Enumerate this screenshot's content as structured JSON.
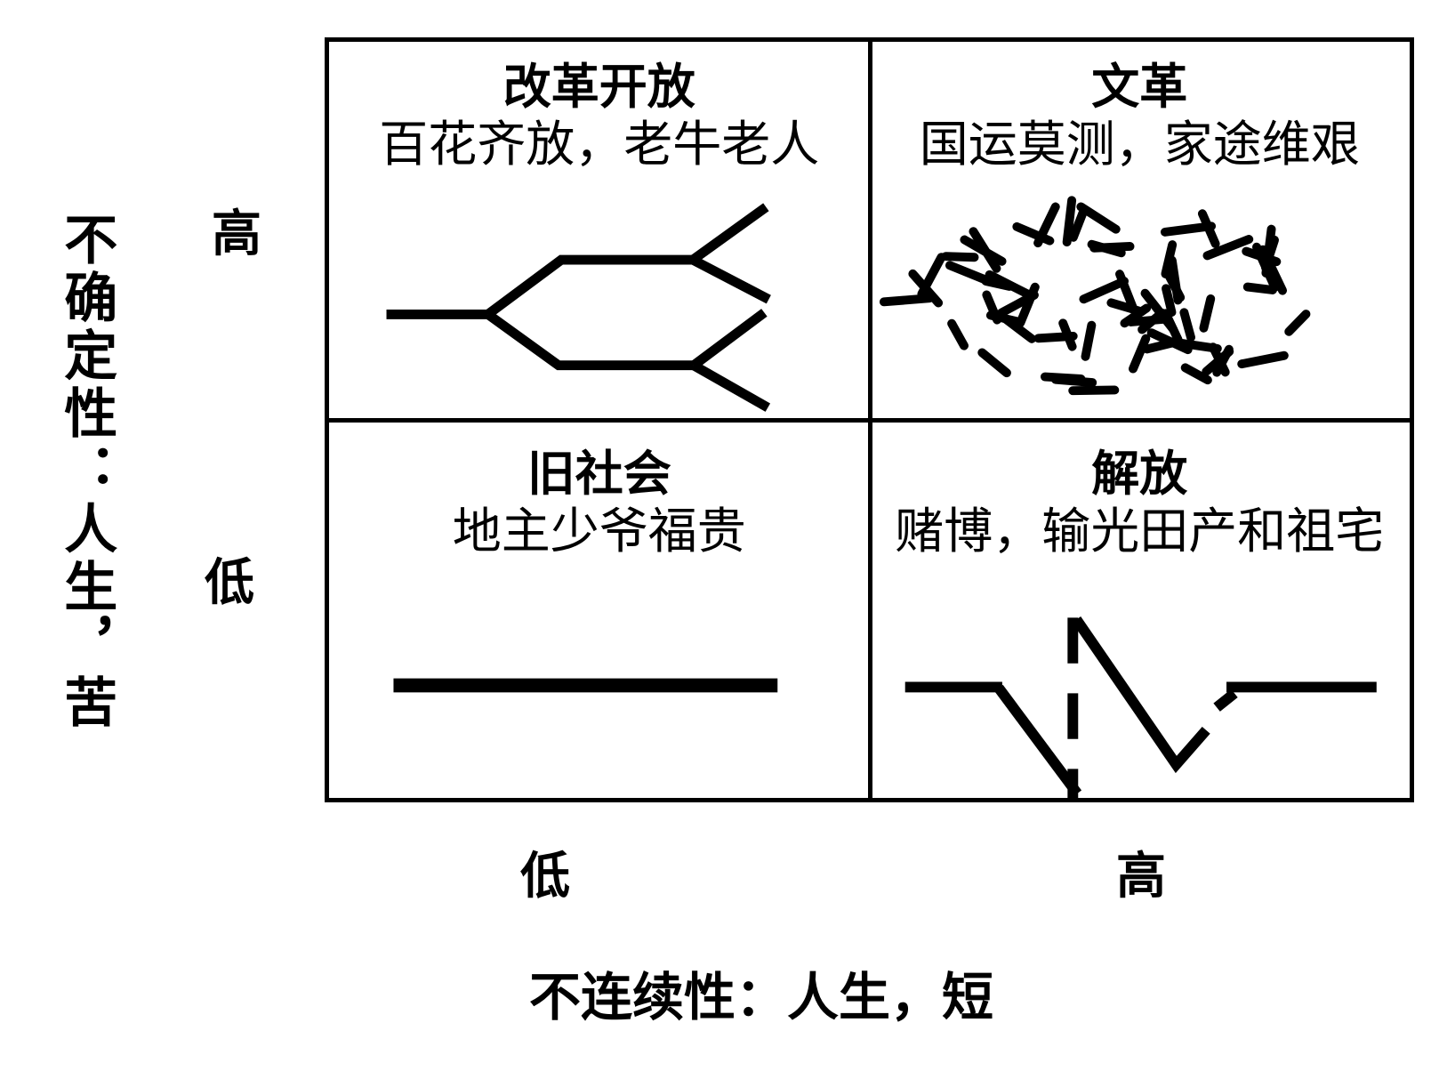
{
  "matrix": {
    "quadrants": [
      {
        "position": "top-left",
        "title": "改革开放",
        "subtitle": "百花齐放，老牛老人",
        "drawing": "branching-paths"
      },
      {
        "position": "top-right",
        "title": "文革",
        "subtitle": "国运莫测，家途维艰",
        "drawing": "chaotic-dashes"
      },
      {
        "position": "bottom-left",
        "title": "旧社会",
        "subtitle": "地主少爷福贵",
        "drawing": "straight-line"
      },
      {
        "position": "bottom-right",
        "title": "解放",
        "subtitle": "赌博，输光田产和祖宅",
        "drawing": "broken-zigzag"
      }
    ]
  },
  "y_axis": {
    "label": "不确定性：人生，苦",
    "high": "高",
    "low": "低"
  },
  "x_axis": {
    "label": "不连续性：人生，短",
    "low": "低",
    "high": "高"
  },
  "colors": {
    "ink": "#000000",
    "background": "#ffffff"
  }
}
